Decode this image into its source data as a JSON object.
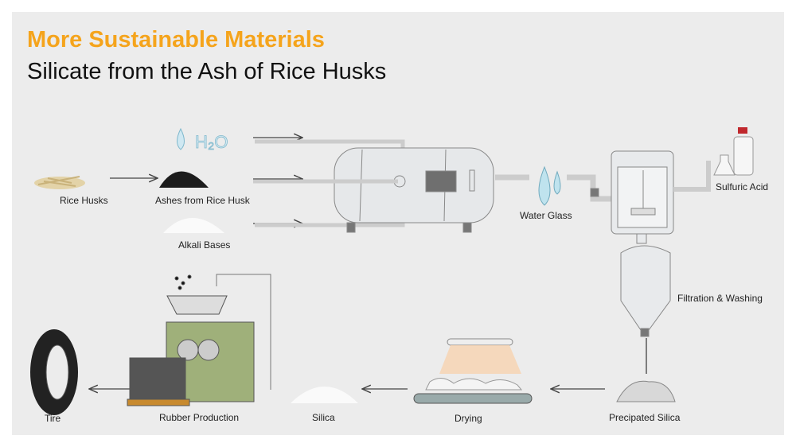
{
  "title": "More Sustainable Materials",
  "subtitle": "Silicate from the Ash of Rice Husks",
  "colors": {
    "accent": "#f5a41c",
    "background": "#ececec",
    "machine": "#9fb07a"
  },
  "labels": {
    "rice_husks": "Rice Husks",
    "ashes": "Ashes from Rice Husk",
    "alkali": "Alkali Bases",
    "water_glass": "Water Glass",
    "sulfuric_acid": "Sulfuric Acid",
    "filtration": "Filtration & Washing",
    "precipitated": "Precipated Silica",
    "drying": "Drying",
    "silica": "Silica",
    "rubber": "Rubber Production",
    "tire": "Tire",
    "h2o": "H2O"
  }
}
